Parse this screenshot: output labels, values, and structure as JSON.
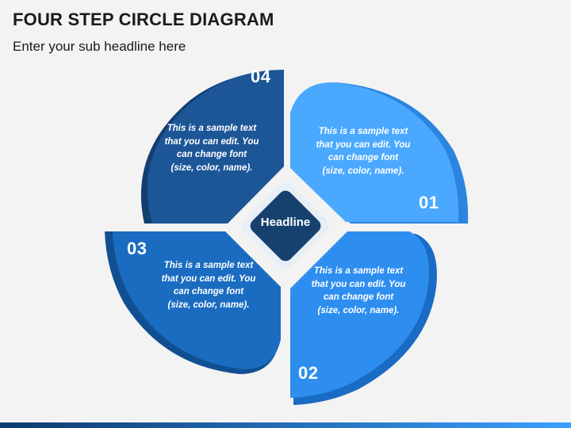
{
  "header": {
    "title": "FOUR STEP CIRCLE DIAGRAM",
    "subtitle": "Enter your sub headline here"
  },
  "center": {
    "label": "Headline"
  },
  "steps": [
    {
      "number": "01",
      "text": "This is a sample text that you can edit. You can change font (size, color, name).",
      "color": "#4aa9ff",
      "shadow": "#2b84e0"
    },
    {
      "number": "02",
      "text": "This is a sample text that you can edit. You can change font (size, color, name).",
      "color": "#2e8ef0",
      "shadow": "#1a6bc4"
    },
    {
      "number": "03",
      "text": "This is a sample text that you can edit. You can change font (size, color, name).",
      "color": "#1a6cc0",
      "shadow": "#114f93"
    },
    {
      "number": "04",
      "text": "This is a sample text that you can edit. You can change font (size, color, name).",
      "color": "#1c5697",
      "shadow": "#123e70"
    }
  ],
  "colors": {
    "background": "#f3f3f3",
    "center_fill": "#16416e",
    "center_border": "#e8eef5",
    "footer_start": "#0d3a6e",
    "footer_end": "#3aa0ff"
  }
}
